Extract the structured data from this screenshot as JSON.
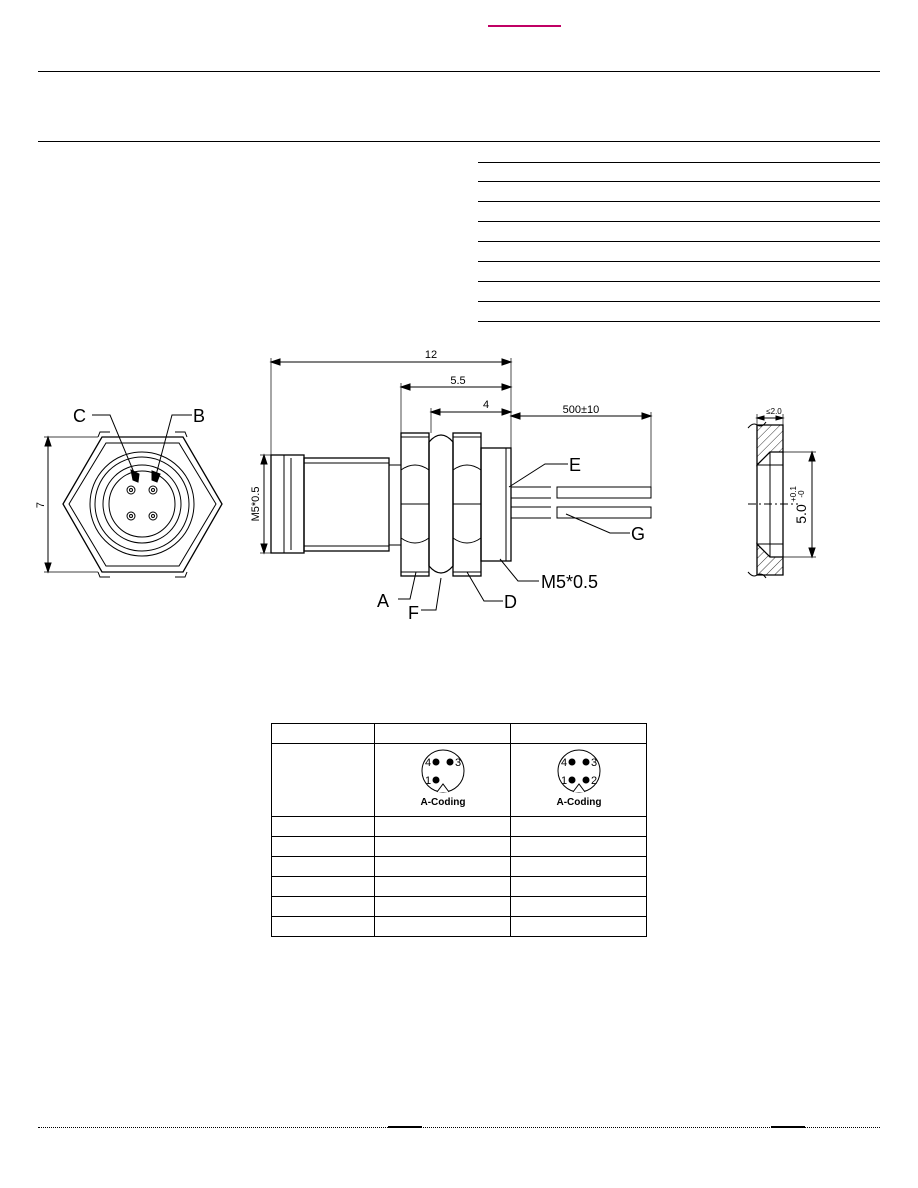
{
  "drawing": {
    "dims": {
      "overall_length": "12",
      "thread_length": "5.5",
      "nut_length": "4",
      "cable_length": "500±10",
      "height": "7",
      "front_thread": "M5*0.5",
      "rear_thread": "M5*0.5",
      "washer_thickness": "≤2.0",
      "washer_bore": "5.0",
      "washer_tol_upper": "+0.1",
      "washer_tol_lower": "-0"
    },
    "callouts": {
      "a": "A",
      "b": "B",
      "c": "C",
      "d": "D",
      "e": "E",
      "f": "F",
      "g": "G"
    }
  },
  "pinout": {
    "col1": {
      "pins": {
        "p4": "4",
        "p3": "3",
        "p1": "1"
      },
      "coding": "A-Coding"
    },
    "col2": {
      "pins": {
        "p4": "4",
        "p3": "3",
        "p1": "1",
        "p2": "2"
      },
      "coding": "A-Coding"
    }
  }
}
